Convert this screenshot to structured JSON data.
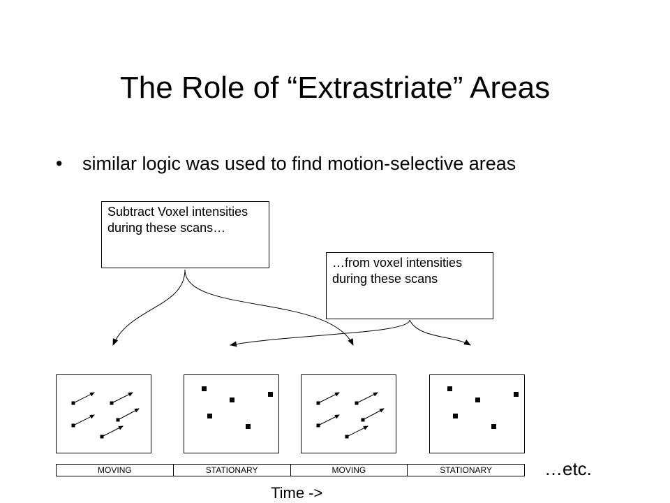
{
  "slide": {
    "title": "The Role of “Extrastriate” Areas",
    "bullet_glyph": "•",
    "bullet": "similar logic was used to find motion-selective areas"
  },
  "callouts": {
    "subtract": "Subtract Voxel intensities during these scans…",
    "from": "…from voxel intensities during these scans"
  },
  "timeline": {
    "segments": [
      "MOVING",
      "STATIONARY",
      "MOVING",
      "STATIONARY"
    ],
    "continuation": "…etc.",
    "axis_label": "Time ->"
  },
  "panels": [
    {
      "condition": "moving",
      "icon": "moving-dots-icon"
    },
    {
      "condition": "stationary",
      "icon": "stationary-dots-icon"
    },
    {
      "condition": "moving",
      "icon": "moving-dots-icon"
    },
    {
      "condition": "stationary",
      "icon": "stationary-dots-icon"
    }
  ]
}
